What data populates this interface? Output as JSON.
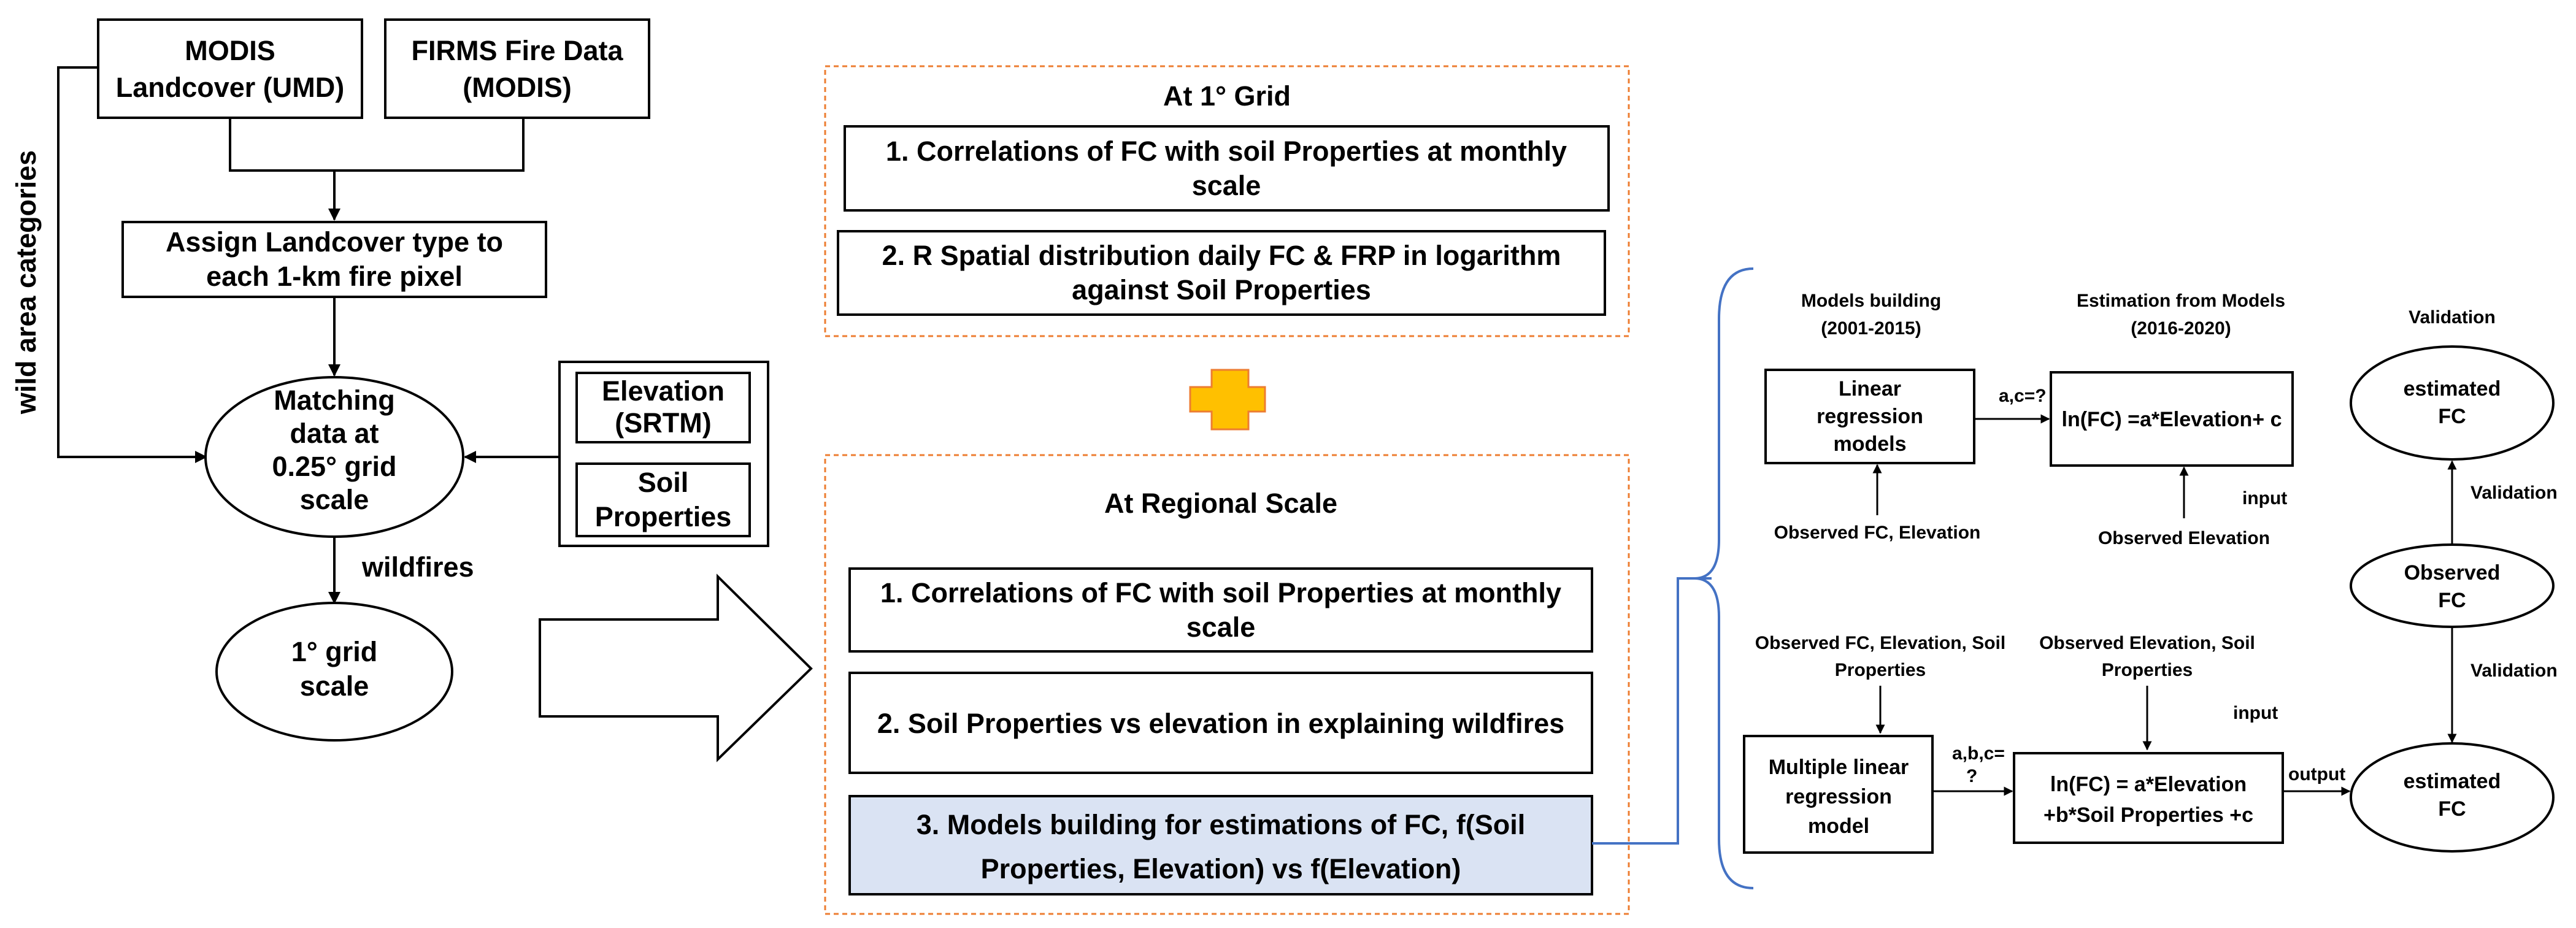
{
  "left": {
    "modis_landcover": [
      "MODIS",
      "Landcover (UMD)"
    ],
    "firms": [
      "FIRMS Fire Data",
      "(MODIS)"
    ],
    "assign": [
      "Assign Landcover type to",
      "each 1-km fire pixel"
    ],
    "wild_area": "wild area categories",
    "matching": [
      "Matching",
      "data at",
      "0.25° grid",
      "scale"
    ],
    "elevation": [
      "Elevation",
      "(SRTM)"
    ],
    "soil": [
      "Soil",
      "Properties"
    ],
    "wildfires": "wildfires",
    "grid1": [
      "1° grid",
      "scale"
    ]
  },
  "middle": {
    "grid_title": "At 1° Grid",
    "grid_items": [
      [
        "1. Correlations of FC with soil Properties at monthly",
        "scale"
      ],
      [
        "2. R Spatial distribution daily FC & FRP in logarithm",
        "against Soil Properties"
      ]
    ],
    "regional_title": "At Regional Scale",
    "regional_items": [
      [
        "1. Correlations of FC with soil Properties at monthly",
        "scale"
      ],
      [
        "2. Soil Properties vs elevation in explaining wildfires"
      ],
      [
        "3. Models building for estimations of FC, f(Soil",
        "Properties, Elevation) vs f(Elevation)"
      ]
    ]
  },
  "right": {
    "models_building": [
      "Models building",
      "(2001-2015)"
    ],
    "estimation": [
      "Estimation from Models",
      "(2016-2020)"
    ],
    "validation_header": "Validation",
    "linear_models": [
      "Linear",
      "regression",
      "models"
    ],
    "ac": "a,c=?",
    "eq1": "ln(FC) =a*Elevation+ c",
    "input1": "input",
    "obs_fc_elev": "Observed FC, Elevation",
    "obs_elev": "Observed Elevation",
    "estimated_fc_top": [
      "estimated",
      "FC"
    ],
    "validation_mid": "Validation",
    "observed_fc": [
      "Observed",
      "FC"
    ],
    "validation_low": "Validation",
    "obs_fc_elev_soil": [
      "Observed FC, Elevation, Soil",
      "Properties"
    ],
    "obs_elev_soil": [
      "Observed Elevation, Soil",
      "Properties"
    ],
    "input2": "input",
    "multiple_models": [
      "Multiple linear",
      "regression",
      "model"
    ],
    "abc": [
      "a,b,c=",
      "?"
    ],
    "eq2": [
      "ln(FC) = a*Elevation",
      "+b*Soil Properties +c"
    ],
    "output": "output",
    "estimated_fc_bottom": [
      "estimated",
      "FC"
    ]
  },
  "colors": {
    "dashed_border": "#ed7d31",
    "plus_fill": "#ffc000",
    "plus_stroke": "#ed7d31",
    "highlight_fill": "#dae3f3",
    "bracket": "#4472c4"
  }
}
